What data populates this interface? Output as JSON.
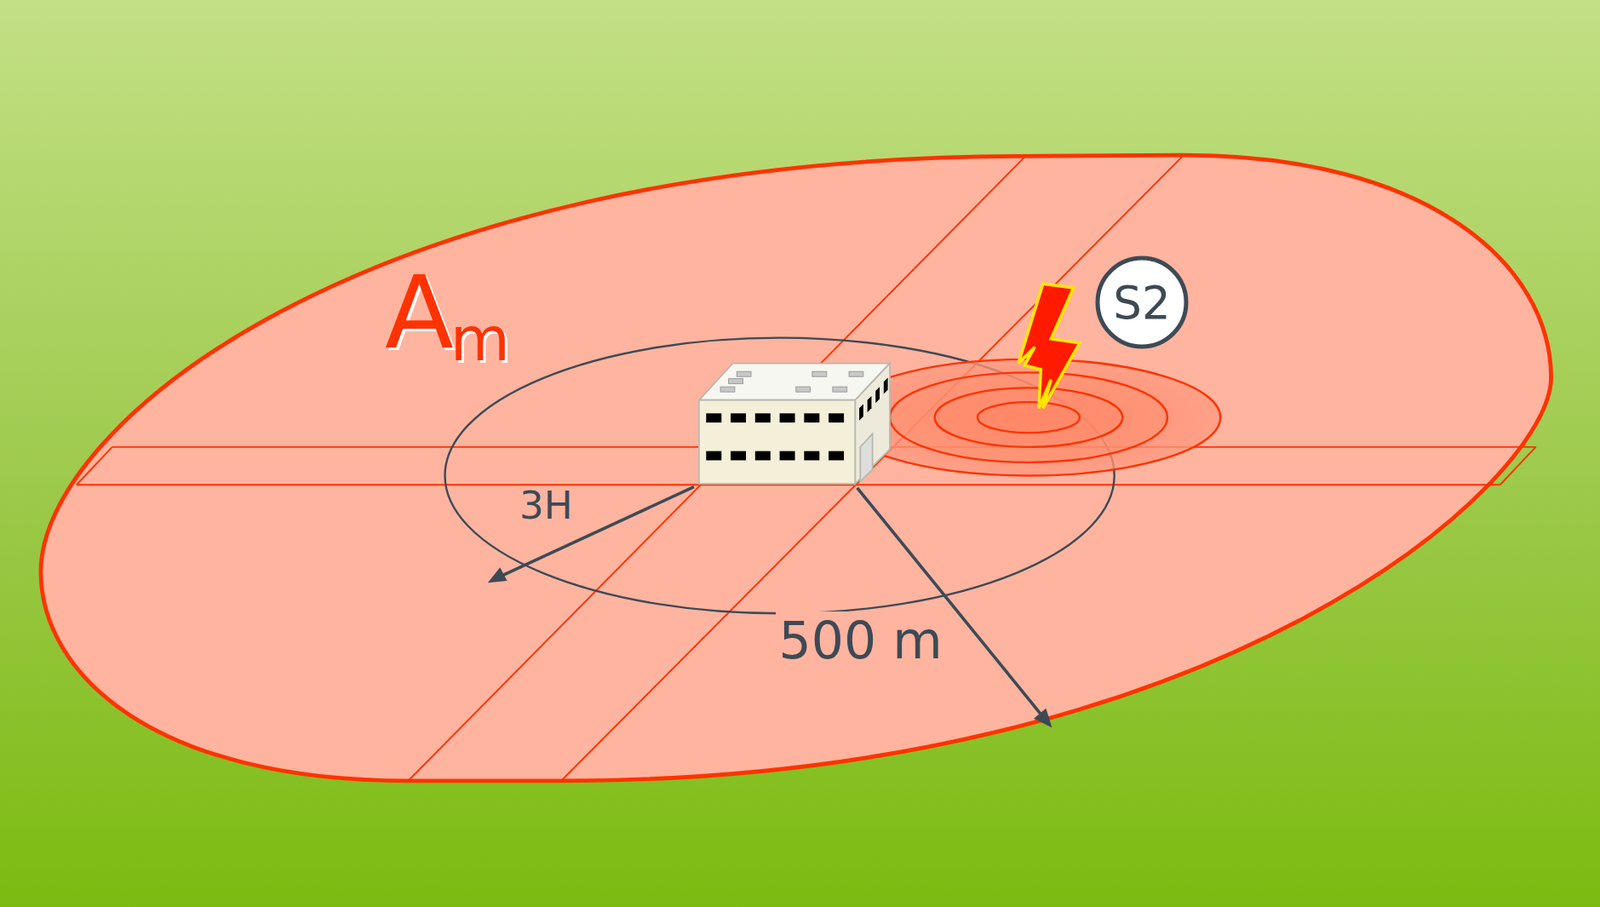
{
  "diagram": {
    "nodes": [
      {
        "text": [
          "S2"
        ]
      }
    ],
    "labels": [
      "A",
      "m",
      "3H",
      "500 m"
    ]
  }
}
